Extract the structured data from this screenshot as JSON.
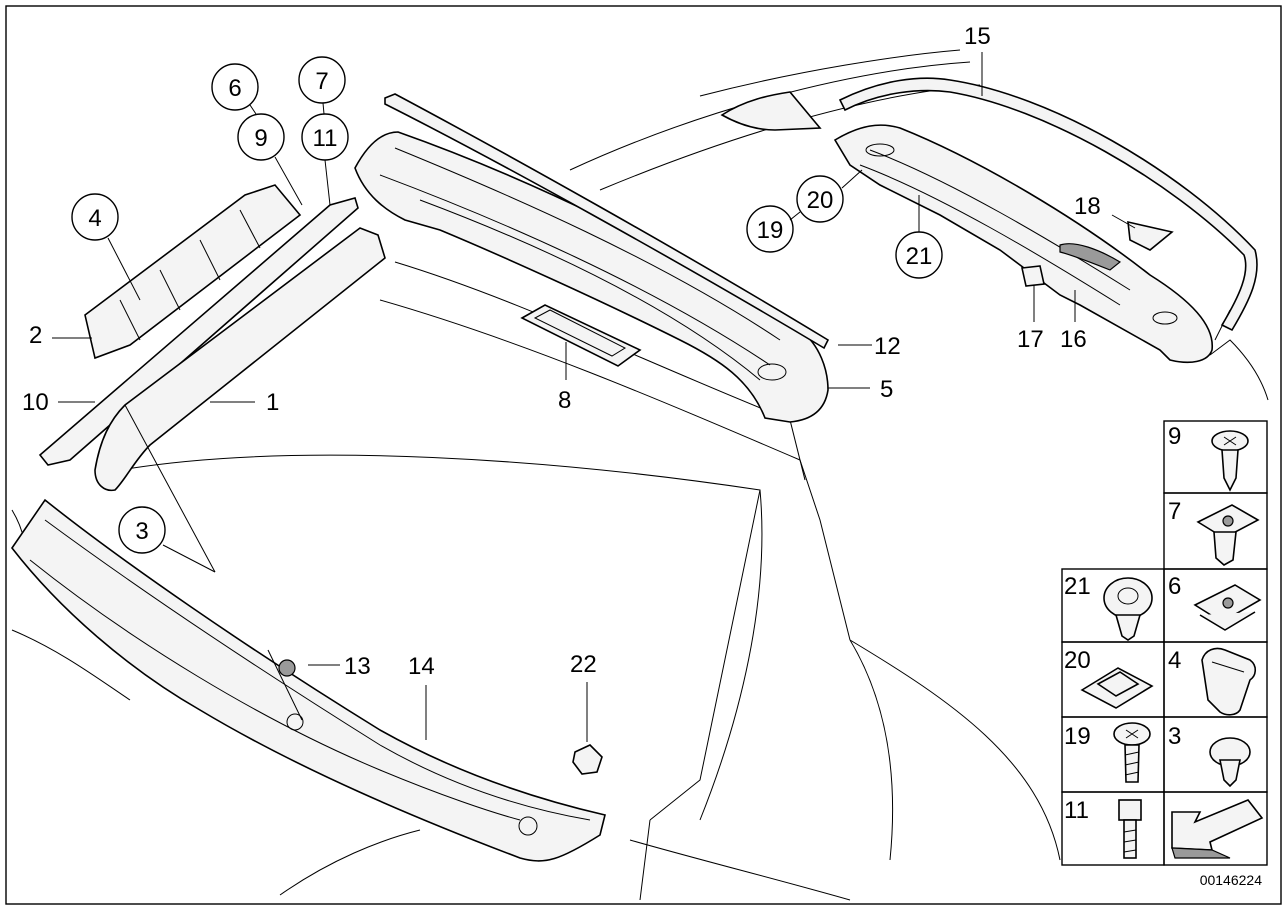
{
  "callouts": [
    {
      "id": "c1",
      "text": "1"
    },
    {
      "id": "c2",
      "text": "2"
    },
    {
      "id": "c3",
      "text": "3"
    },
    {
      "id": "c4",
      "text": "4"
    },
    {
      "id": "c5",
      "text": "5"
    },
    {
      "id": "c6",
      "text": "6"
    },
    {
      "id": "c7",
      "text": "7"
    },
    {
      "id": "c8",
      "text": "8"
    },
    {
      "id": "c9",
      "text": "9"
    },
    {
      "id": "c10",
      "text": "10"
    },
    {
      "id": "c11",
      "text": "11"
    },
    {
      "id": "c12",
      "text": "12"
    },
    {
      "id": "c13",
      "text": "13"
    },
    {
      "id": "c14",
      "text": "14"
    },
    {
      "id": "c15",
      "text": "15"
    },
    {
      "id": "c16",
      "text": "16"
    },
    {
      "id": "c17",
      "text": "17"
    },
    {
      "id": "c18",
      "text": "18"
    },
    {
      "id": "c19",
      "text": "19"
    },
    {
      "id": "c20",
      "text": "20"
    },
    {
      "id": "c21",
      "text": "21"
    },
    {
      "id": "c22",
      "text": "22"
    }
  ],
  "legend": [
    {
      "id": "l9",
      "text": "9"
    },
    {
      "id": "l7",
      "text": "7"
    },
    {
      "id": "l21",
      "text": "21"
    },
    {
      "id": "l6",
      "text": "6"
    },
    {
      "id": "l20",
      "text": "20"
    },
    {
      "id": "l4",
      "text": "4"
    },
    {
      "id": "l19",
      "text": "19"
    },
    {
      "id": "l3",
      "text": "3"
    },
    {
      "id": "l11",
      "text": "11"
    }
  ],
  "diagram_id": "00146224",
  "colors": {
    "line": "#000000",
    "part_fill": "#f4f4f4",
    "shade": "#9a9a9a"
  }
}
